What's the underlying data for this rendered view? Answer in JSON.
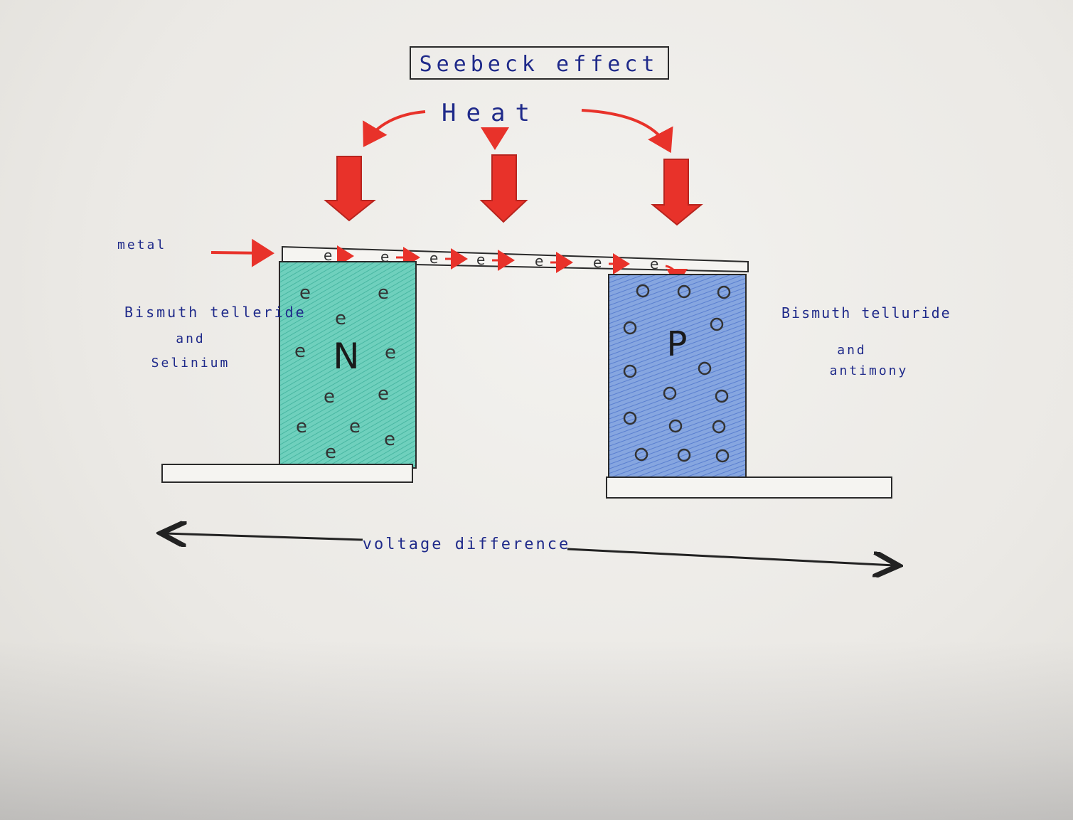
{
  "title": "Seebeck effect",
  "heat_label": "Heat",
  "metal_label": "metal",
  "n_type": {
    "letter": "N",
    "material_line1": "Bismuth telleride",
    "material_line2": "and",
    "material_line3": "Selinium",
    "carrier": "e"
  },
  "p_type": {
    "letter": "P",
    "material_line1": "Bismuth telluride",
    "material_line2": "and",
    "material_line3": "antimony"
  },
  "voltage_label": "voltage difference",
  "colors": {
    "heat_arrow": "#e8322a",
    "n_block": "#5fc9b4",
    "p_block": "#6f93d9",
    "ink": "#1f2a8a",
    "pencil": "#3a3a3a"
  }
}
